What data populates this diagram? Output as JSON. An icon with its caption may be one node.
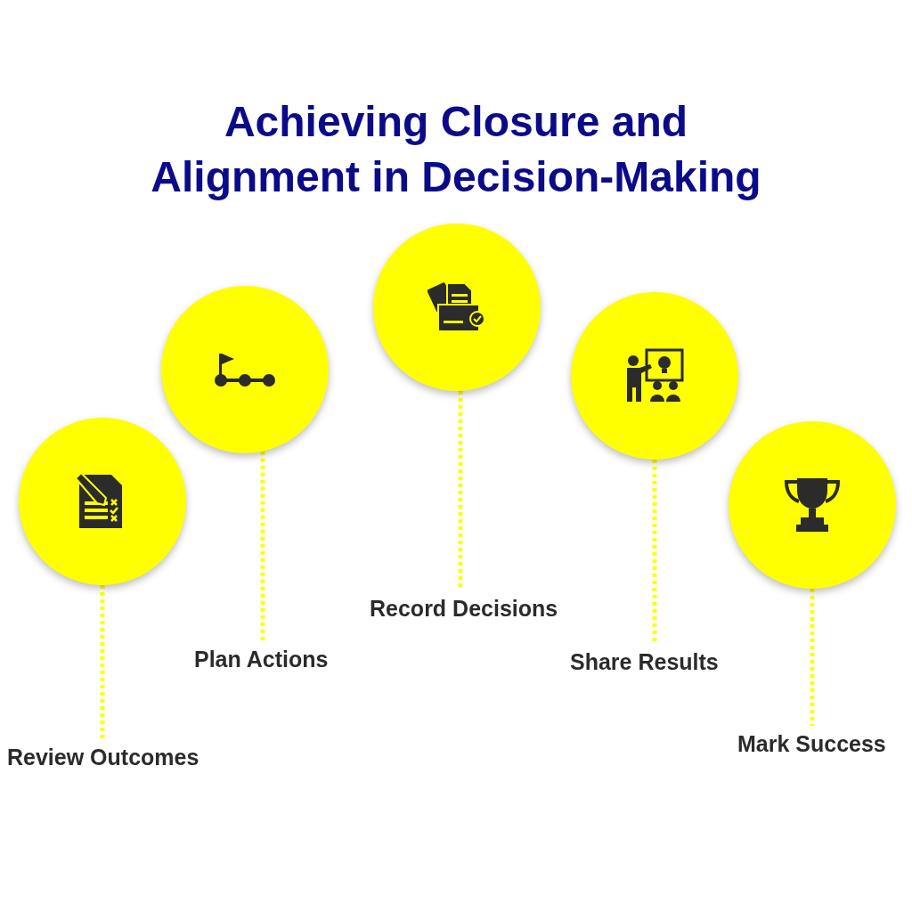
{
  "diagram": {
    "title": "Achieving Closure and Alignment in Decision-Making",
    "nodes": [
      {
        "text": [],
        "shape": "circle"
      },
      {
        "text": [
          "Review Outcomes"
        ]
      },
      {
        "text": [],
        "shape": "circle"
      },
      {
        "text": [
          "Plan Actions"
        ]
      },
      {
        "text": [],
        "shape": "circle"
      },
      {
        "text": [
          "Record Decisions"
        ]
      },
      {
        "text": [],
        "shape": "circle"
      },
      {
        "text": [
          "Share Results"
        ]
      },
      {
        "text": [],
        "shape": "circle"
      },
      {
        "text": [
          "Mark Success"
        ]
      }
    ],
    "edges": [
      {
        "from": 0,
        "to": 1,
        "arrow": "none",
        "style": "dashed"
      },
      {
        "from": 2,
        "to": 3,
        "arrow": "none",
        "style": "dashed"
      },
      {
        "from": 4,
        "to": 5,
        "arrow": "none",
        "style": "dashed"
      },
      {
        "from": 6,
        "to": 7,
        "arrow": "none",
        "style": "dashed"
      },
      {
        "from": 8,
        "to": 9,
        "arrow": "none",
        "style": "dashed"
      }
    ]
  }
}
